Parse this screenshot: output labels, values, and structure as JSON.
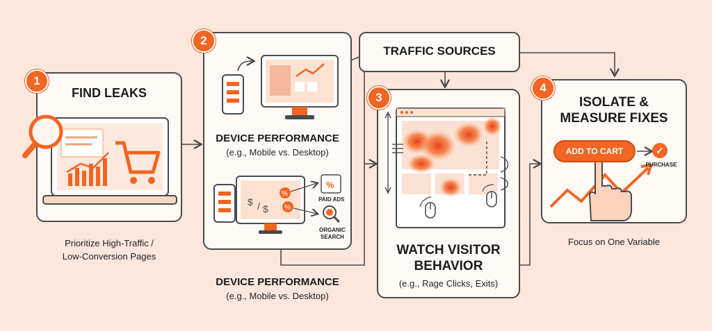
{
  "steps": [
    {
      "number": "1",
      "title": "FIND LEAKS",
      "caption_line1": "Prioritize High-Traffic /",
      "caption_line2": "Low-Conversion Pages"
    },
    {
      "number": "2",
      "title": "DEVICE PERFORMANCE",
      "subtitle": "(e.g., Mobile vs. Desktop)"
    },
    {
      "number": "3",
      "title_line1": "WATCH VISITOR",
      "title_line2": "BEHAVIOR",
      "subtitle": "(e.g., Rage Clicks, Exits)"
    },
    {
      "number": "4",
      "title_line1": "ISOLATE &",
      "title_line2": "MEASURE FIXES",
      "caption": "Focus on One Variable"
    }
  ],
  "traffic_sources": "TRAFFIC SOURCES",
  "bottom_caption": {
    "title": "DEVICE PERFORMANCE",
    "subtitle": "(e.g., Mobile vs. Desktop)"
  },
  "channels": {
    "paid_ads": "PAID ADS",
    "organic_line1": "ORGANIC",
    "organic_line2": "SEARCH"
  },
  "cta": {
    "add_to_cart": "ADD TO CART",
    "purchase": "PURCHASE"
  },
  "colors": {
    "accent": "#f26522",
    "background": "#fbe7dc",
    "card": "#fffaf6",
    "outline": "#4a4a4a"
  }
}
